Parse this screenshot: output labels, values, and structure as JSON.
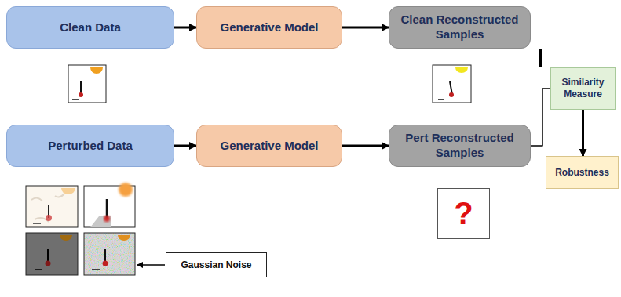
{
  "diagram": {
    "nodes": [
      {
        "text": [
          "Clean Data"
        ]
      },
      {
        "text": [
          "Generative Model"
        ]
      },
      {
        "text": [
          "Clean Reconstructed Samples"
        ]
      },
      {
        "text": [
          "Perturbed Data"
        ]
      },
      {
        "text": [
          "Generative Model"
        ]
      },
      {
        "text": [
          "Pert Reconstructed Samples"
        ]
      },
      {
        "text": [
          "Similarity Measure"
        ]
      },
      {
        "text": [
          "Robustness"
        ]
      },
      {
        "text": [
          "Gaussian Noise"
        ]
      },
      {
        "text": [
          "?"
        ]
      }
    ],
    "edges": [
      {
        "from": 0,
        "to": 1,
        "arrow": "to"
      },
      {
        "from": 1,
        "to": 2,
        "arrow": "to"
      },
      {
        "from": 3,
        "to": 4,
        "arrow": "to"
      },
      {
        "from": 4,
        "to": 5,
        "arrow": "to"
      },
      {
        "from": 2,
        "to": 6,
        "arrow": "none"
      },
      {
        "from": 5,
        "to": 6,
        "arrow": "none"
      },
      {
        "from": 6,
        "to": 7,
        "arrow": "to"
      }
    ]
  }
}
